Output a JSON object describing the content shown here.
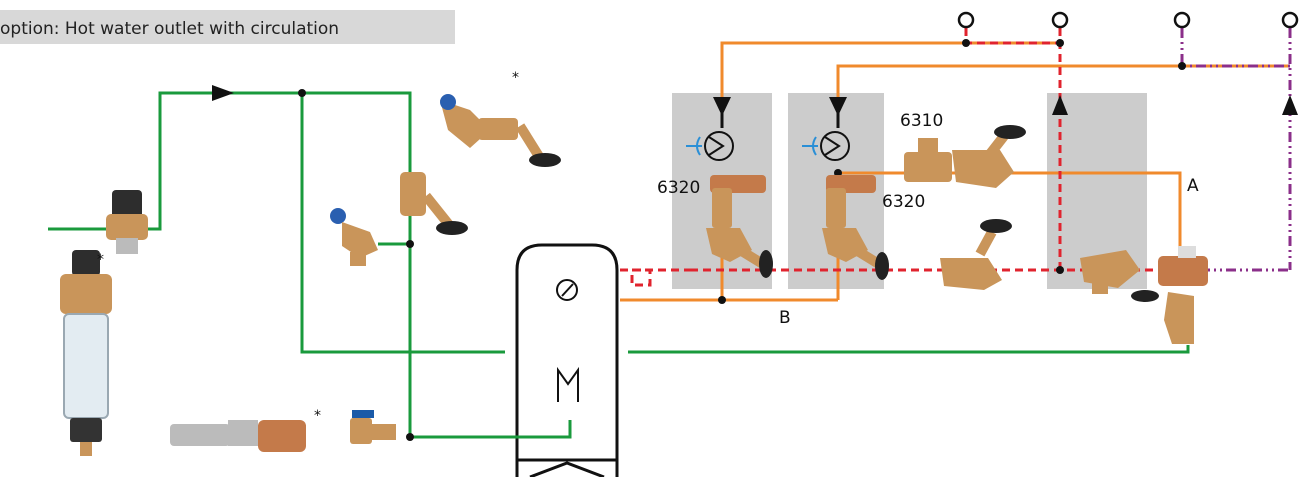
{
  "caption": "option: Hot water outlet with circulation",
  "labels": {
    "pump_valve_1": "6320",
    "pump_valve_2": "6320",
    "fitting": "6310",
    "point_a": "A",
    "point_b": "B",
    "asterisk": "*"
  },
  "colors": {
    "cold_water": "#1a9a3c",
    "hot_water": "#f08a2c",
    "circulation": "#e0232e",
    "return_dashdot": "#8b2f8a",
    "panel": "#cccccc",
    "brass": "#c9955a",
    "caption_bg": "#d8d8d8"
  }
}
